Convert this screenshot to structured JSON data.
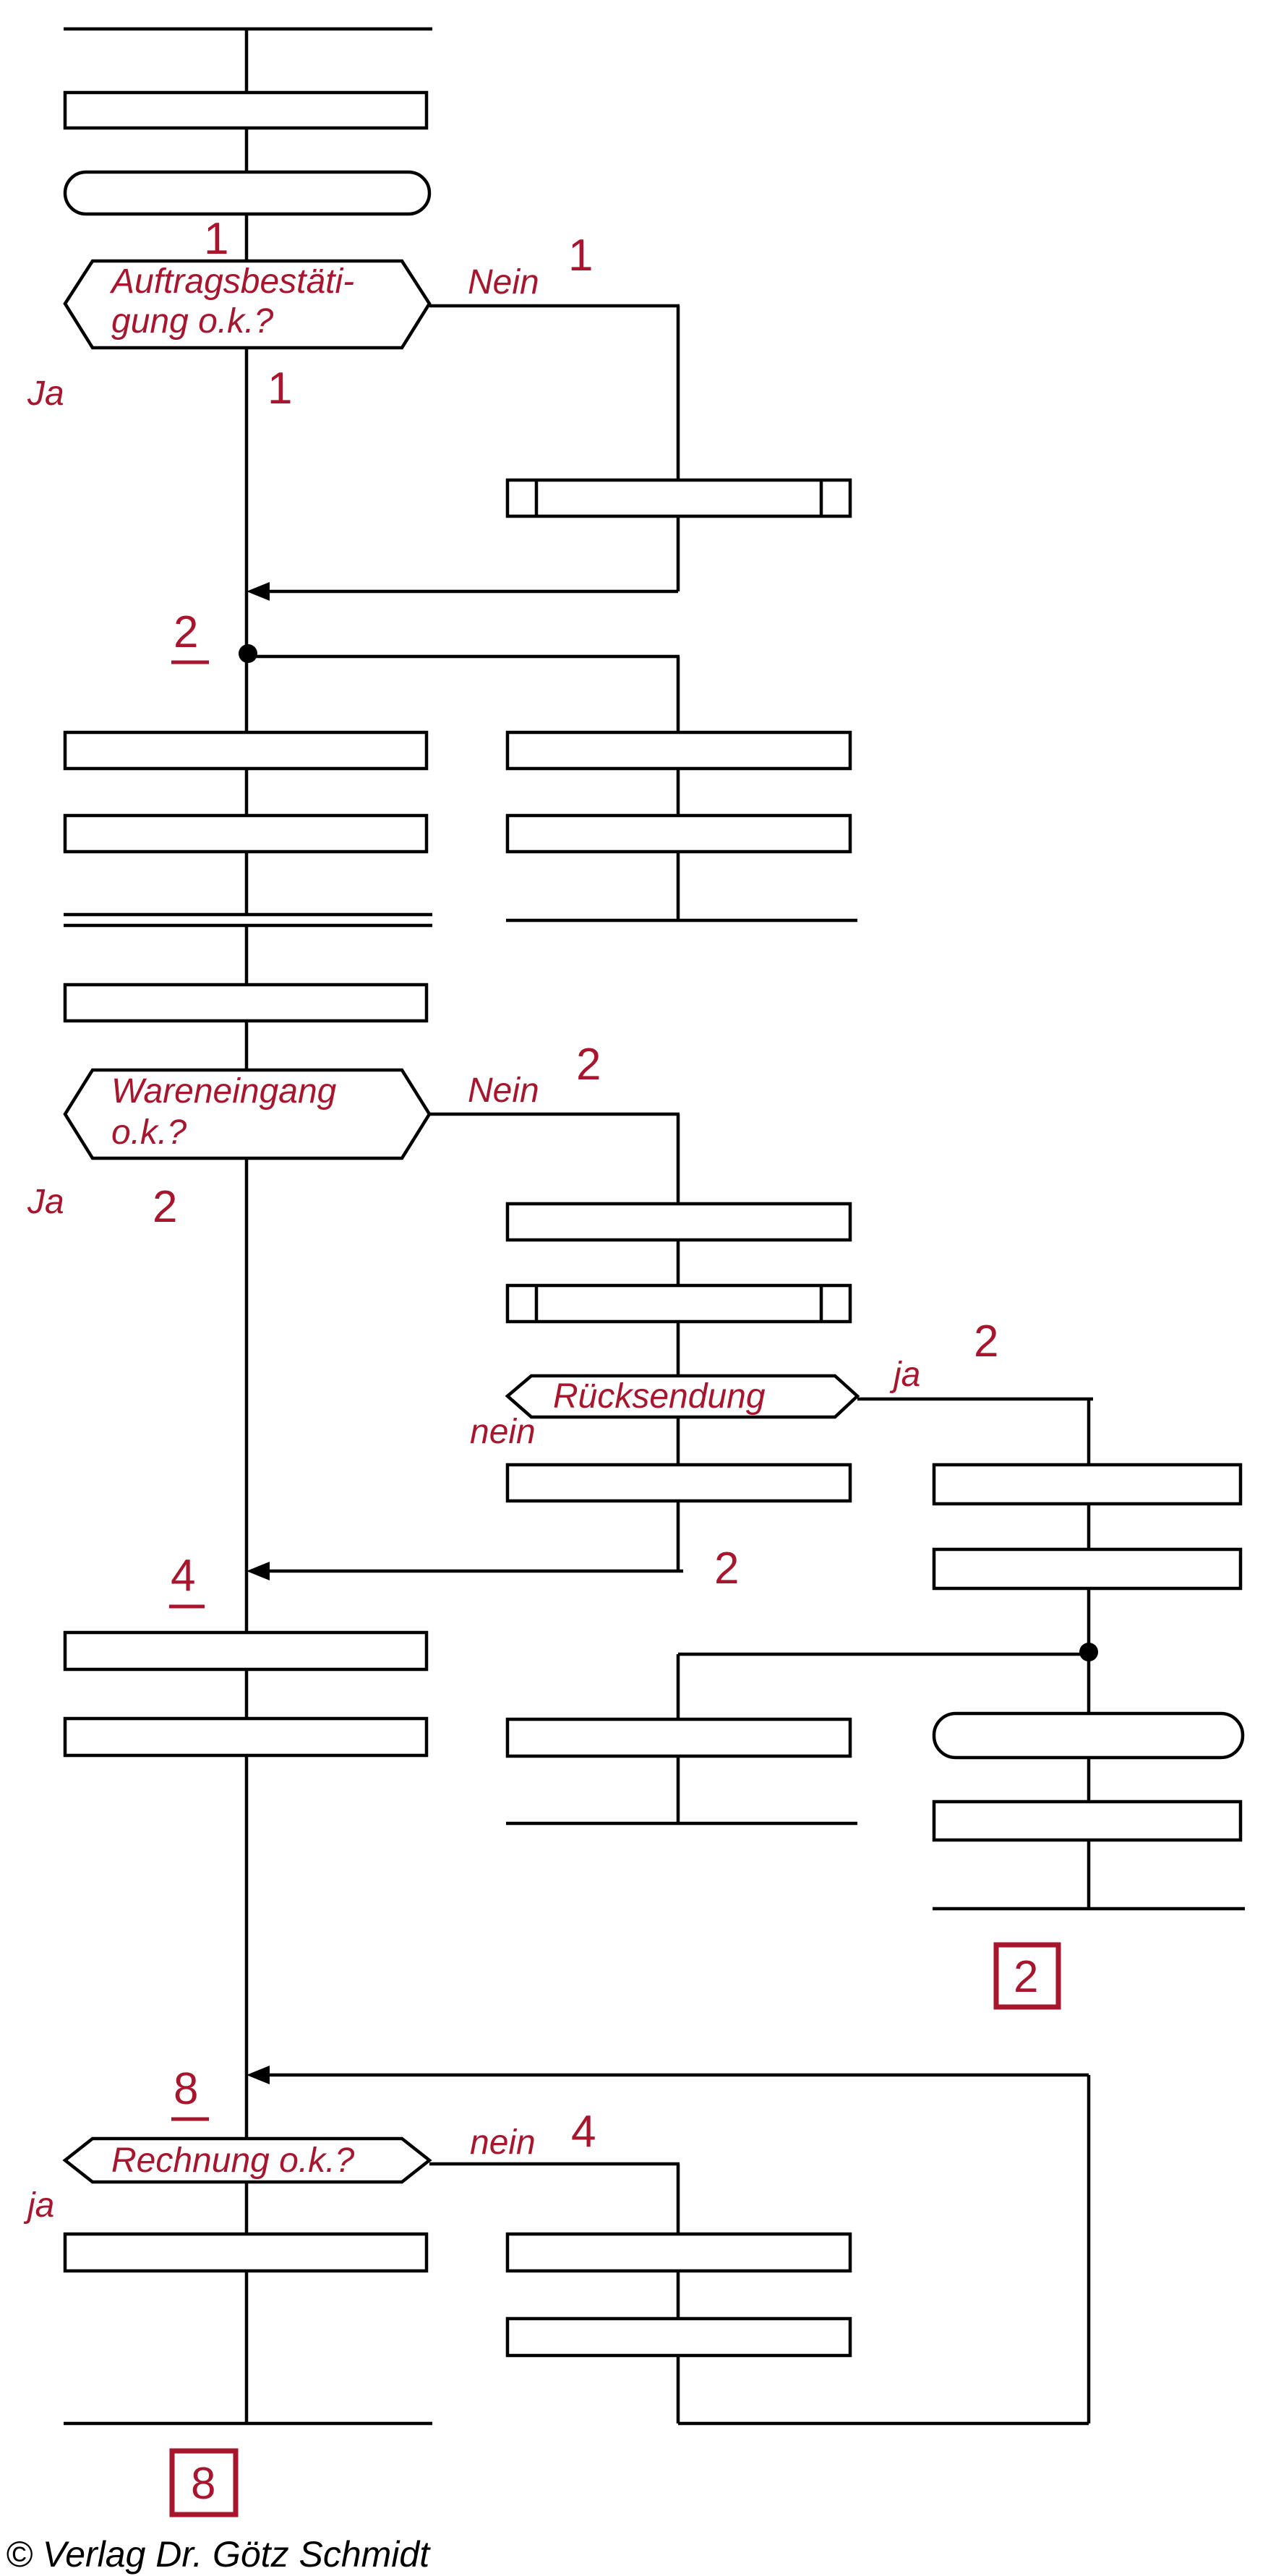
{
  "colors": {
    "accent": "#a8162e",
    "lines": "#000000"
  },
  "decisions": {
    "auftrag": {
      "line1": "Auftragsbestäti-",
      "line2": "gung o.k.?",
      "no": "Nein",
      "yes": "Ja"
    },
    "wareneingang": {
      "line1": "Wareneingang",
      "line2": "o.k.?",
      "no": "Nein",
      "yes": "Ja"
    },
    "ruecksendung": {
      "text": "Rücksendung",
      "yes": "ja",
      "no": "nein"
    },
    "rechnung": {
      "text": "Rechnung o.k.?",
      "no": "nein",
      "yes": "ja"
    }
  },
  "numbers": {
    "auftrag_top": "1",
    "auftrag_nein": "1",
    "auftrag_ja": "1",
    "junction_a": "2",
    "wareneingang_nein": "2",
    "wareneingang_ja": "2",
    "ruecksendung_ja": "2",
    "ruecksendung_nein_end": "2",
    "junction_b": "4",
    "box_right": "2",
    "junction_c": "8",
    "rechnung_nein": "4",
    "box_bottom": "8"
  },
  "copyright": "© Verlag Dr. Götz Schmidt"
}
